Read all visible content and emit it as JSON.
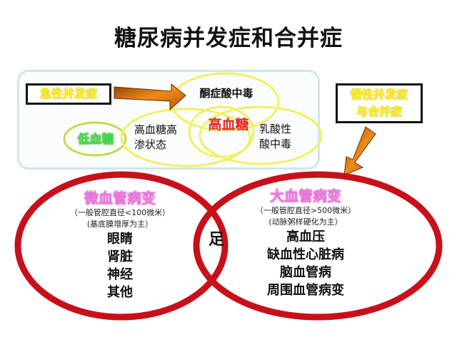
{
  "title": "糖尿病并发症和合并症",
  "acute": {
    "label": "急性并发症",
    "hypoglycemia": "低血糖",
    "ketoacidosis": "酮症酸中毒",
    "hyperglycemia": "高血糖",
    "hhs_line1": "高血糖高",
    "hhs_line2": "渗状态",
    "lactic_line1": "乳酸性",
    "lactic_line2": "酸中毒"
  },
  "chronic": {
    "label_line1": "慢性并发症",
    "label_line2": "与合并症"
  },
  "micro": {
    "title": "微血管病变",
    "sub1": "（一般管腔直径<100微米）",
    "sub2": "(基底膜增厚为主）",
    "items": [
      "眼睛",
      "肾脏",
      "神经",
      "其他"
    ]
  },
  "macro": {
    "title": "大血管病变",
    "sub1": "（一般管腔直径>500微米）",
    "sub2": "(动脉粥样硬化为主）",
    "items": [
      "高血压",
      "缺血性心脏病",
      "脑血管病",
      "周围血管病变"
    ]
  },
  "overlap": "足",
  "colors": {
    "ring_red": "#c8101a",
    "yellow_ellipse": "#f2f060",
    "arrow_orange": "#e07a10",
    "title_pink": "#ee77dd",
    "hyper_red": "#e82020",
    "hypo_green": "#44dd44",
    "label_yellow": "#ffee33"
  }
}
